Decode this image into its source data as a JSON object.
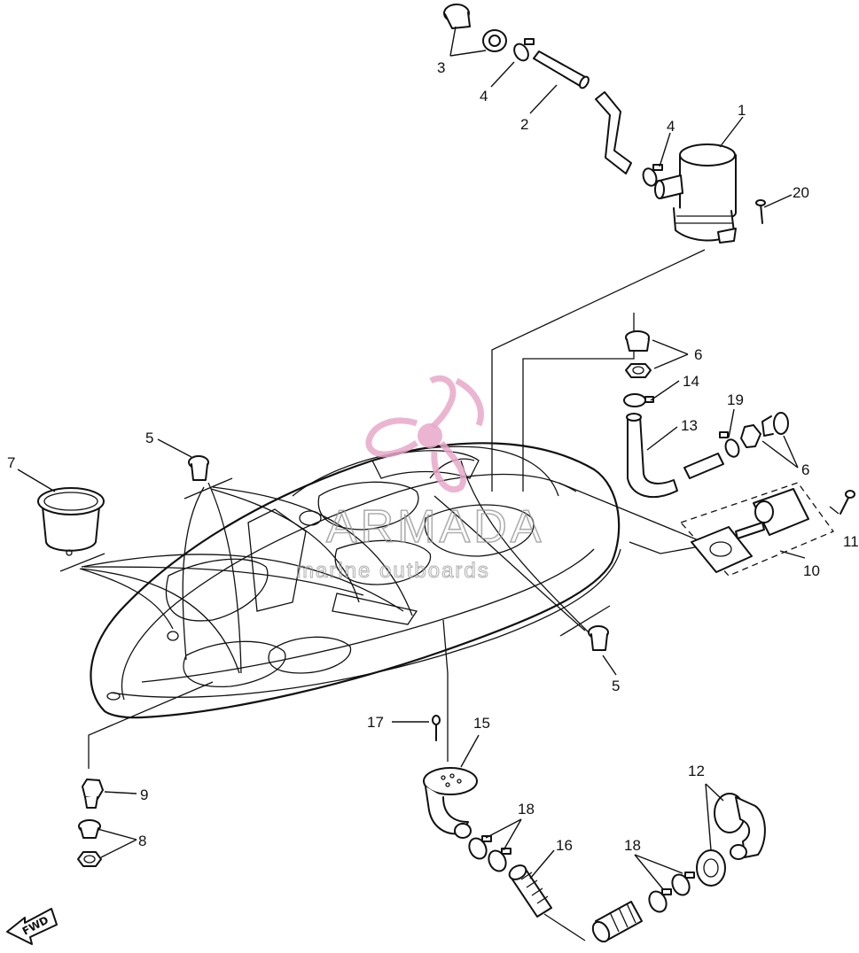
{
  "labels": {
    "l1": "1",
    "l2": "2",
    "l3": "3",
    "l4a": "4",
    "l4b": "4",
    "l5a": "5",
    "l5b": "5",
    "l6a": "6",
    "l6b": "6",
    "l7": "7",
    "l8": "8",
    "l9": "9",
    "l10": "10",
    "l11": "11",
    "l12": "12",
    "l13": "13",
    "l14": "14",
    "l15": "15",
    "l16": "16",
    "l17": "17",
    "l18a": "18",
    "l18b": "18",
    "l19": "19",
    "l20": "20"
  },
  "watermark": {
    "brand": "ARMADA",
    "tagline": "marine outboards",
    "color": "#e7a8c9"
  },
  "direction_marker": {
    "text": "FWD",
    "icon": "arrow-left-icon"
  }
}
